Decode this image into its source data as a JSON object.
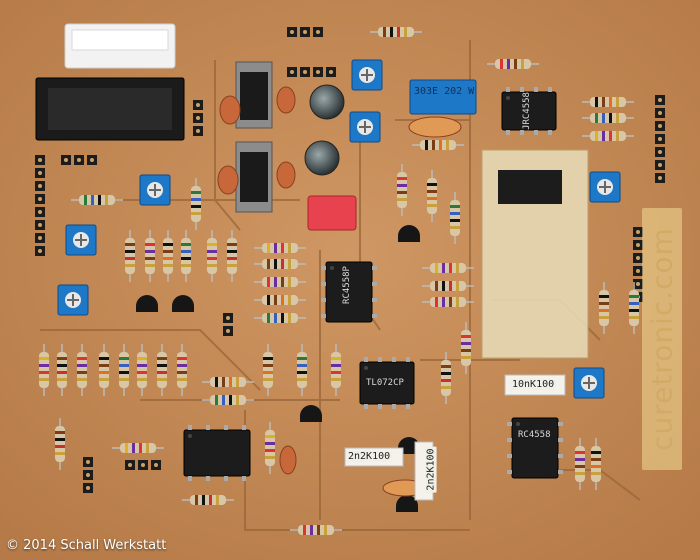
{
  "watermark": "© 2014 Schall Werkstatt",
  "board_logo": "curetronic.com",
  "chip_labels": [
    "JRC4558",
    "RC4558P",
    "TL072CP",
    "RC4558"
  ],
  "component_labels": [
    "10nK100",
    "2n2K100",
    "2n2K100"
  ],
  "trimmer_label": "303E 202 W",
  "colors": {
    "pcb": "#c48b57",
    "trace": "#9a6638",
    "pad": "#d9d2c3",
    "trimmer": "#1e78c8",
    "chip": "#1c1c1c",
    "resistor_body": "#d7c7a6",
    "polyester_cap": "#e8424f"
  }
}
